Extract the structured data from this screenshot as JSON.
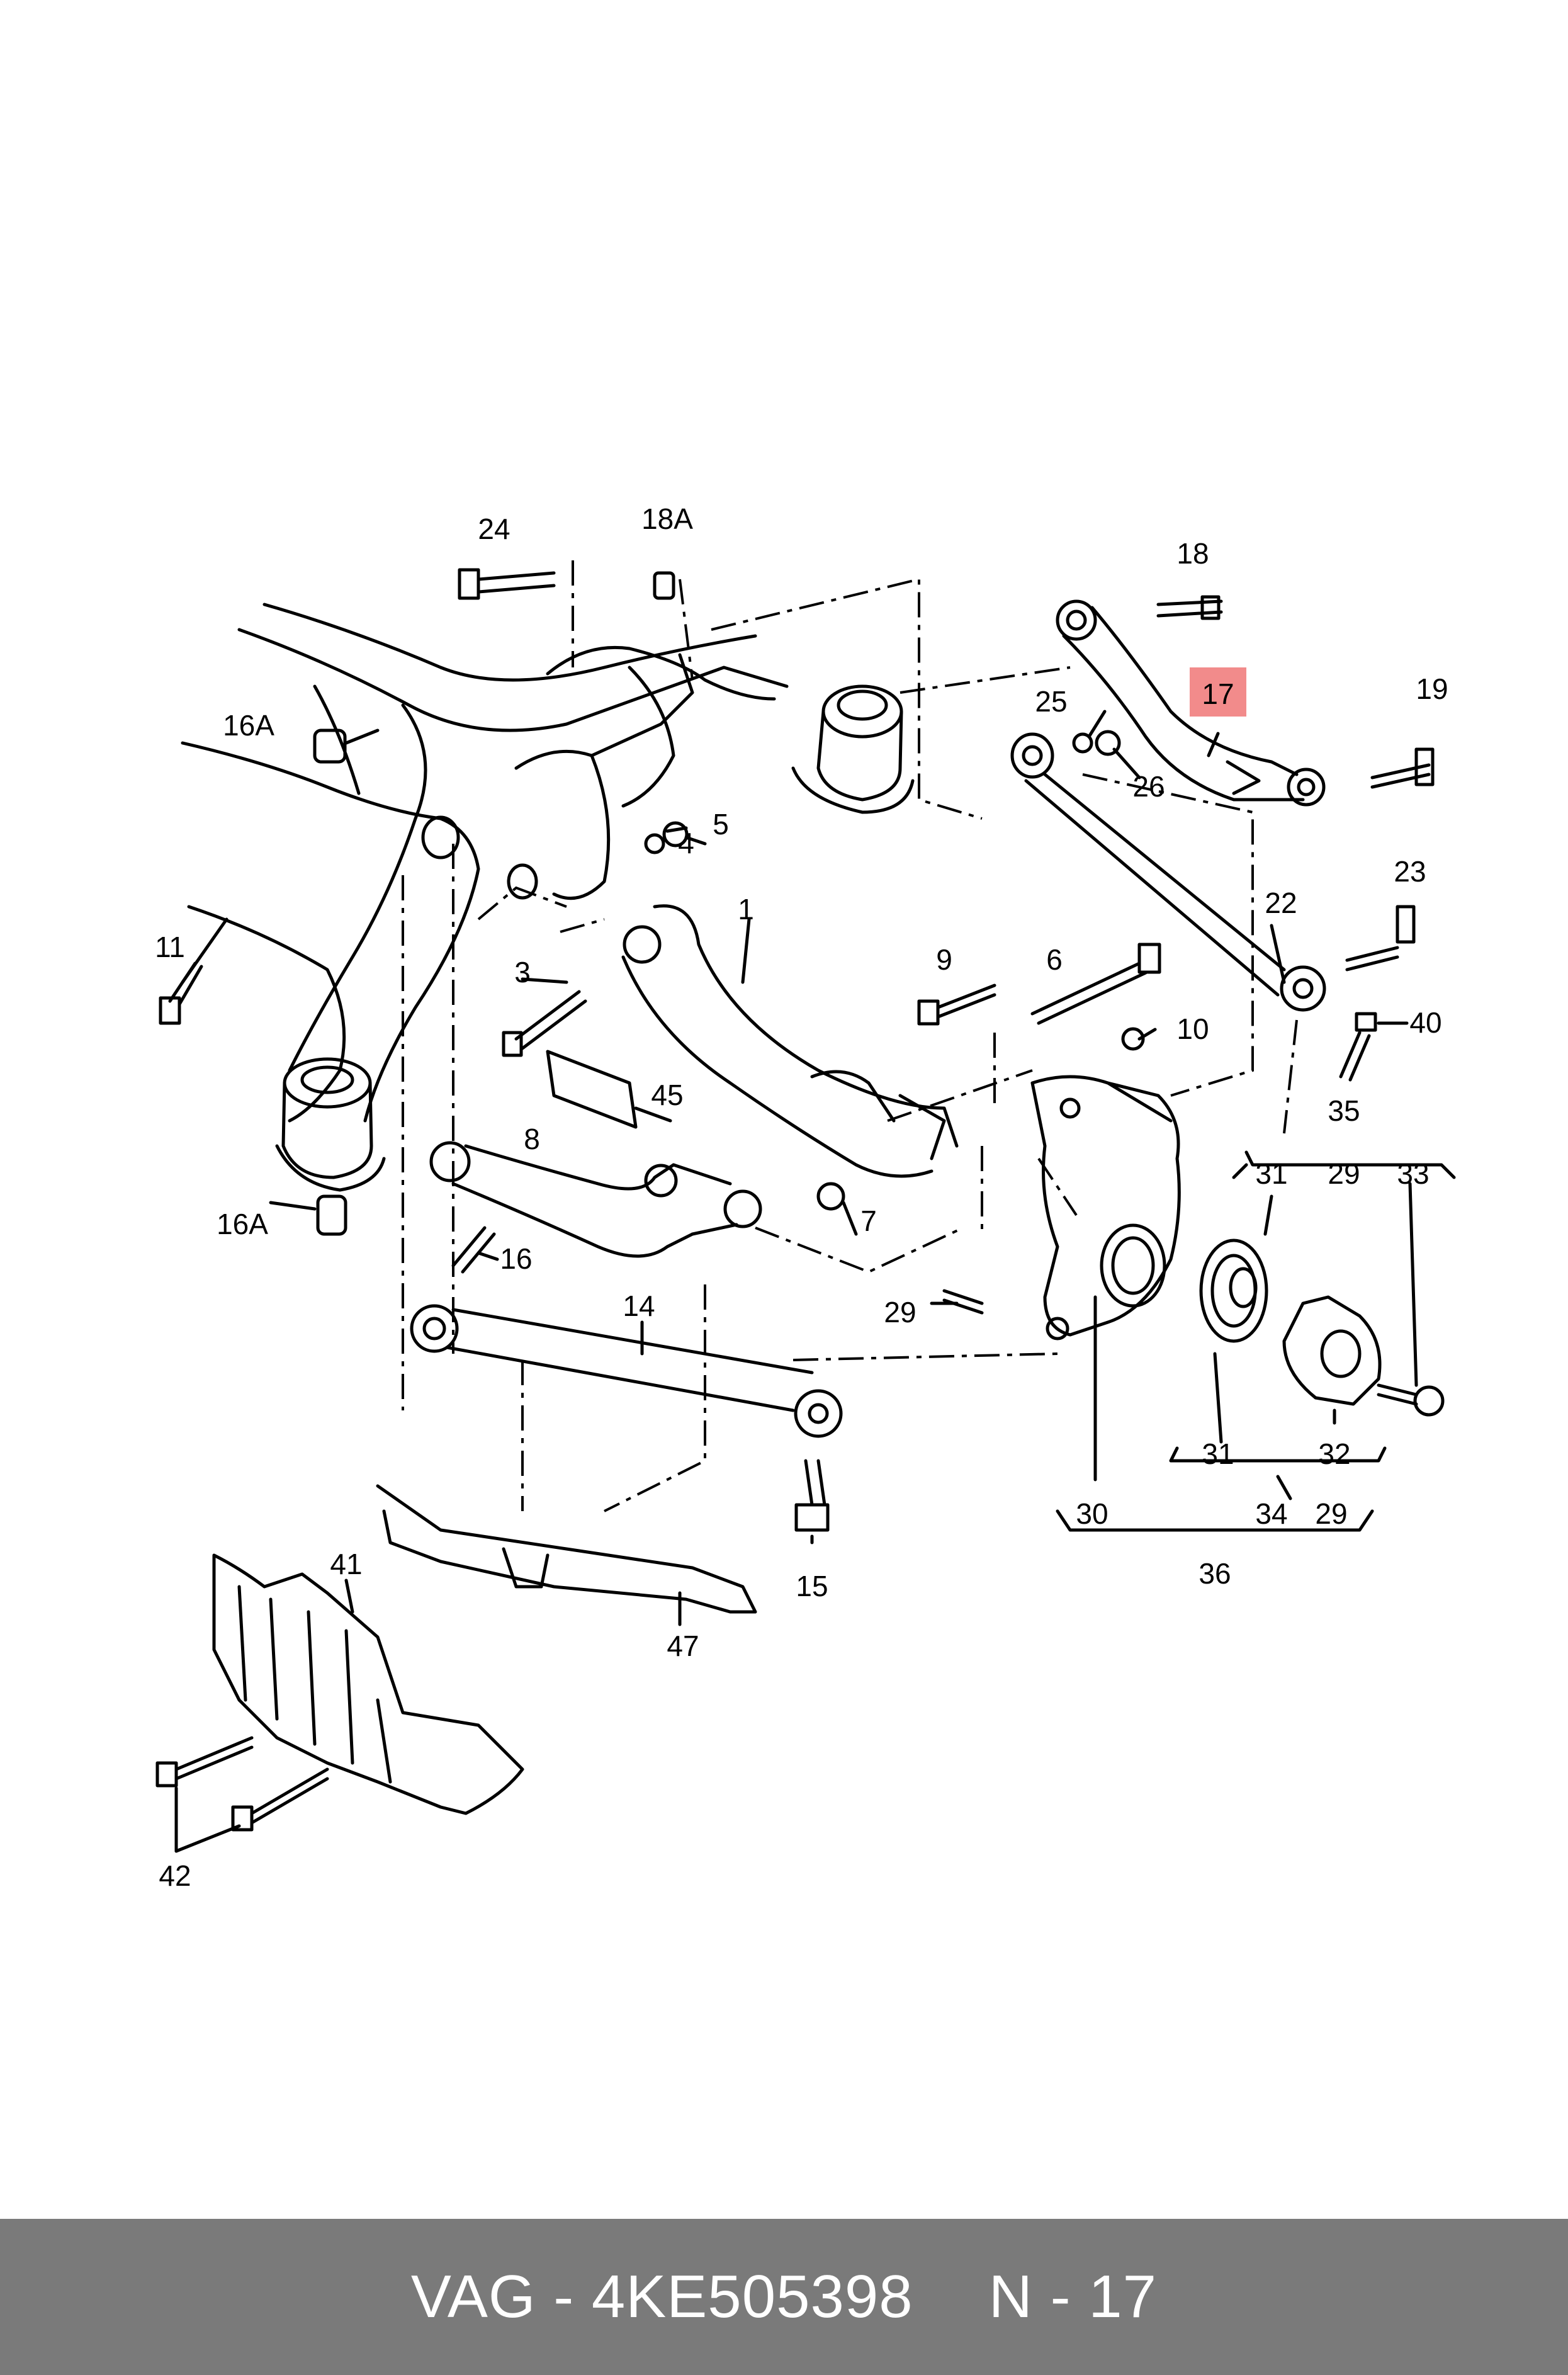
{
  "labels": {
    "l24": "24",
    "l18A": "18A",
    "l18": "18",
    "l17": "17",
    "l19": "19",
    "l25": "25",
    "l26": "26",
    "l16A_top": "16A",
    "l5": "5",
    "l4": "4",
    "l1": "1",
    "l22": "22",
    "l23": "23",
    "l11": "11",
    "l3": "3",
    "l9": "9",
    "l6": "6",
    "l10": "10",
    "l40": "40",
    "l45": "45",
    "l35": "35",
    "l31_top": "31",
    "l29_top": "29",
    "l33": "33",
    "l8": "8",
    "l16A_bottom": "16A",
    "l7": "7",
    "l16": "16",
    "l14": "14",
    "l29_left": "29",
    "l31_bottom": "31",
    "l32": "32",
    "l30": "30",
    "l34": "34",
    "l29_bottom": "29",
    "l36": "36",
    "l41": "41",
    "l15": "15",
    "l47": "47",
    "l42": "42"
  },
  "highlight": {
    "label": "17",
    "color": "#f28b8b"
  },
  "footer": {
    "brand_part": "VAG - 4KE505398",
    "position": "N - 17",
    "background": "#7a7a7a"
  }
}
